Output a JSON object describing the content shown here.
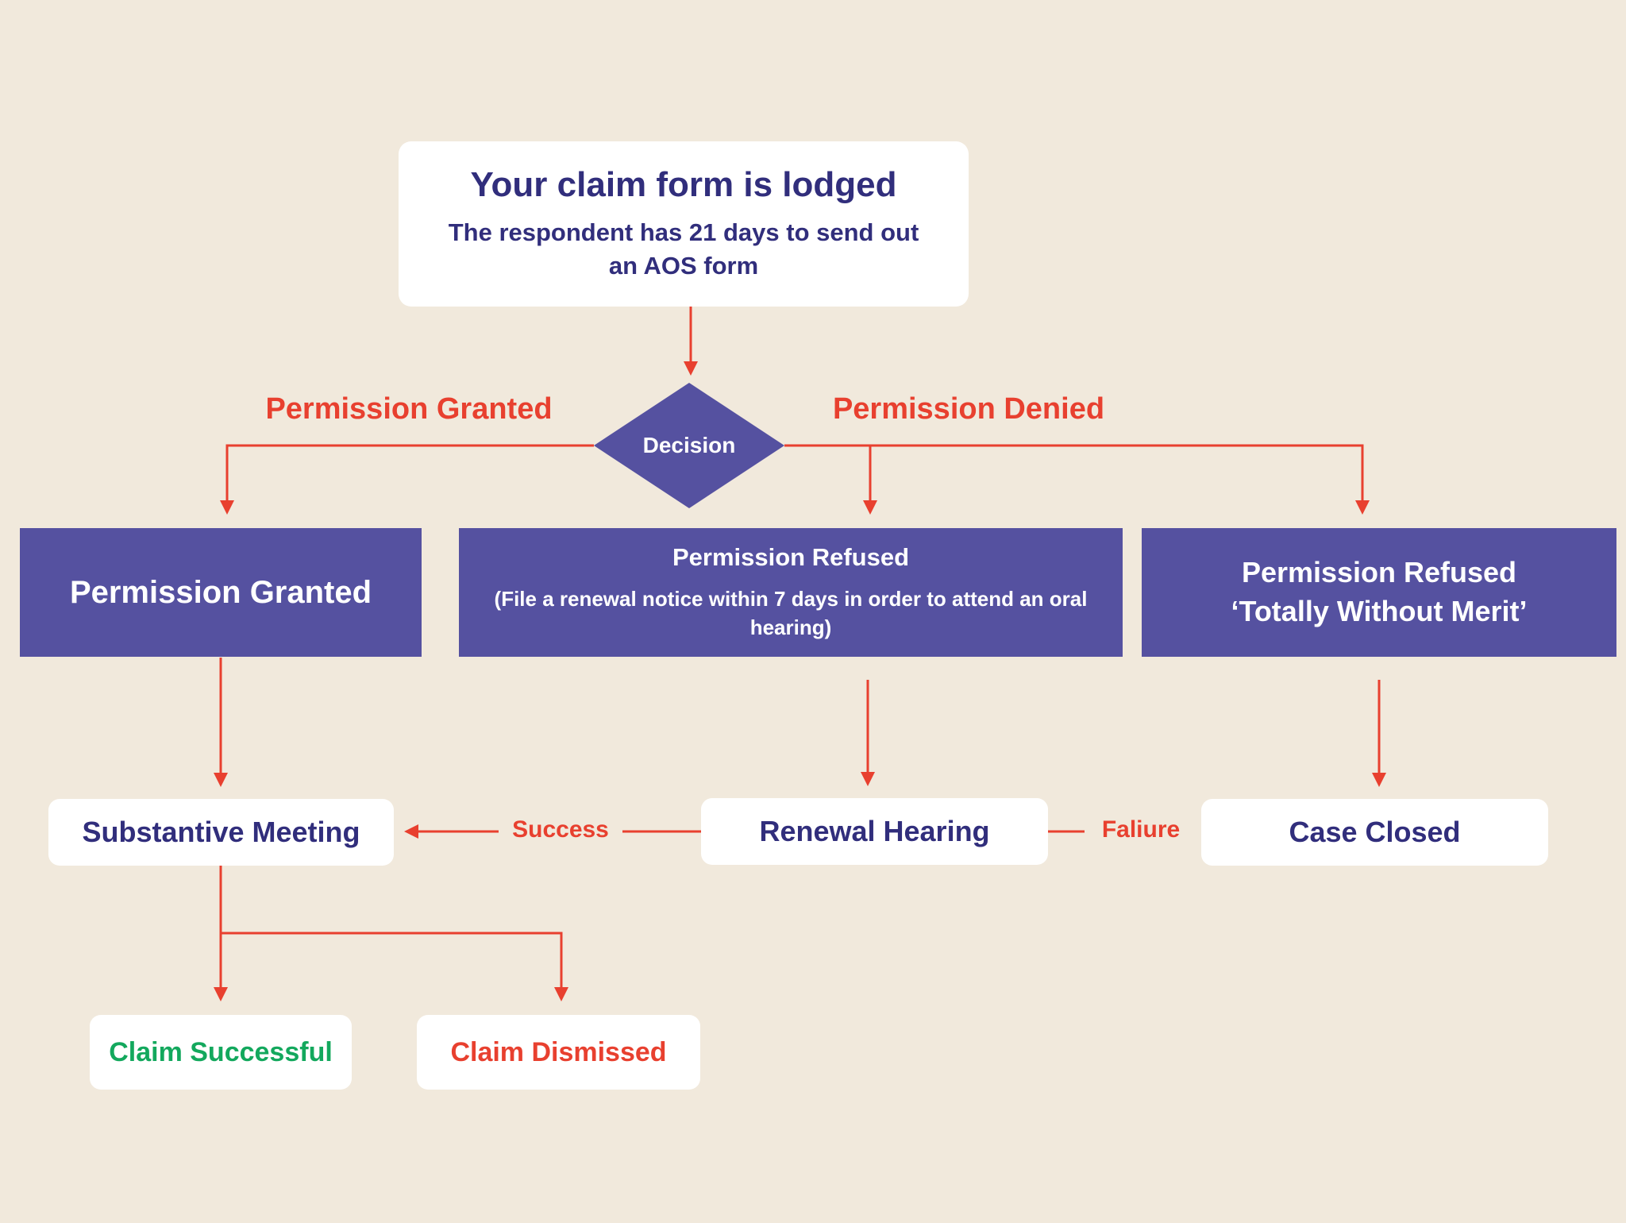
{
  "canvas": {
    "background": "#f1e9dc"
  },
  "colors": {
    "purple": "#5551a0",
    "navy_text": "#312e7c",
    "red": "#e8402f",
    "green": "#13a85d",
    "card_white": "#ffffff"
  },
  "nodes": {
    "claim_form": {
      "title": "Your claim form is lodged",
      "subtitle": "The respondent has 21 days to send out an AOS form"
    },
    "decision": {
      "label": "Decision"
    },
    "permission_granted_box": {
      "label": "Permission Granted"
    },
    "permission_refused_box": {
      "title": "Permission Refused",
      "subtitle": "(File a renewal notice within 7 days in order to attend an oral hearing)"
    },
    "permission_refused_twm_box": {
      "line1": "Permission Refused",
      "line2": "‘Totally Without Merit’"
    },
    "substantive_meeting": {
      "label": "Substantive Meeting"
    },
    "renewal_hearing": {
      "label": "Renewal Hearing"
    },
    "case_closed": {
      "label": "Case Closed"
    },
    "claim_successful": {
      "label": "Claim Successful"
    },
    "claim_dismissed": {
      "label": "Claim Dismissed"
    }
  },
  "branch_labels": {
    "granted": "Permission Granted",
    "denied": "Permission Denied"
  },
  "edge_labels": {
    "success": "Success",
    "failure": "Faliure"
  }
}
